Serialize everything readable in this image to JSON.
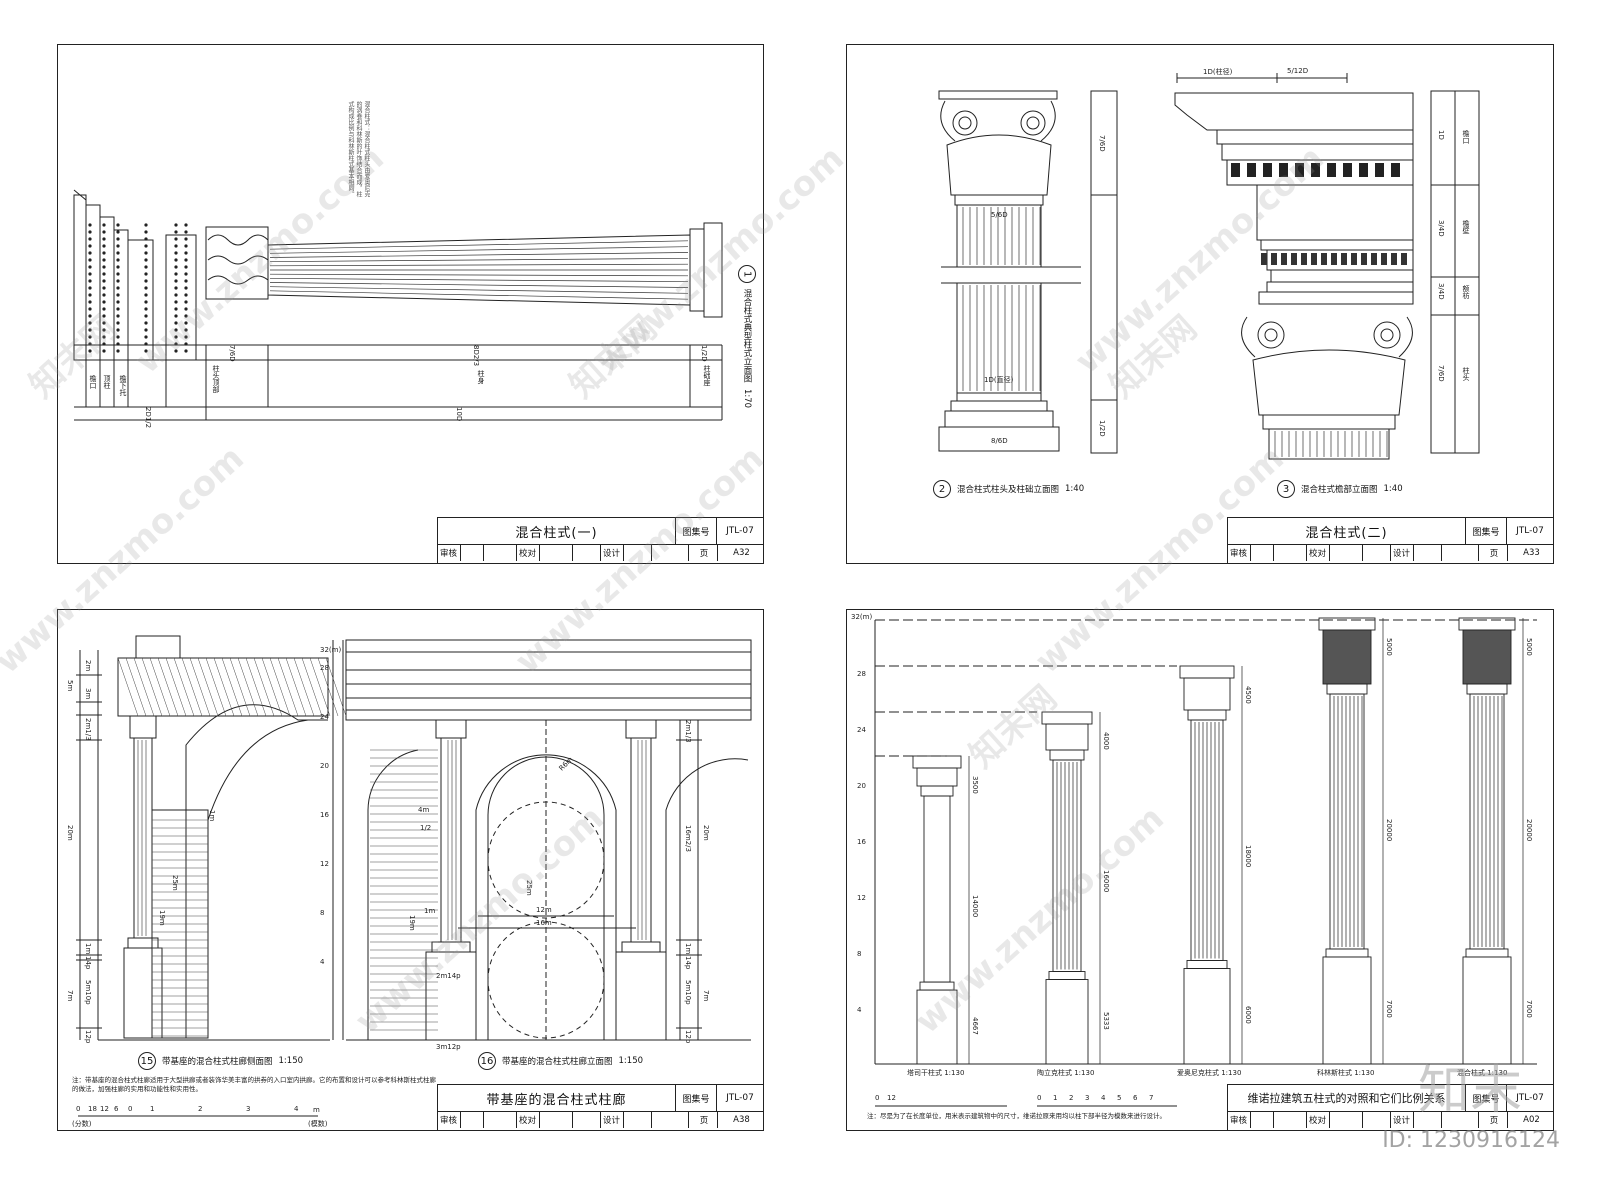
{
  "sheets": [
    {
      "title": "混合柱式(一)",
      "set_label": "图集号",
      "set_code": "JTL-07",
      "review": "审核",
      "check": "校对",
      "design": "设计",
      "page_label": "页",
      "page": "A32",
      "captions": [
        {
          "num": "1",
          "text": "混合柱式典型柱式立面图",
          "scale": "1:70"
        }
      ],
      "labels": [
        "7/6D",
        "8D2/3",
        "1/2D",
        "10D",
        "2D1/2",
        "檐口",
        "顶柱",
        "檐下托",
        "柱头顶部",
        "柱身",
        "柱础座"
      ]
    },
    {
      "title": "混合柱式(二)",
      "set_label": "图集号",
      "set_code": "JTL-07",
      "review": "审核",
      "check": "校对",
      "design": "设计",
      "page_label": "页",
      "page": "A33",
      "captions": [
        {
          "num": "2",
          "text": "混合柱式柱头及柱础立面图",
          "scale": "1:40"
        },
        {
          "num": "3",
          "text": "混合柱式檐部立面图",
          "scale": "1:40"
        }
      ],
      "labels": [
        "5/6D",
        "1D(直径)",
        "8/6D",
        "7/6D",
        "1/2D",
        "1D(柱径)",
        "5/12D",
        "1D",
        "3/4D",
        "3/4D",
        "7/6D",
        "檐口",
        "檐壁",
        "额枋",
        "柱头"
      ]
    },
    {
      "title": "带基座的混合柱式柱廊",
      "set_label": "图集号",
      "set_code": "JTL-07",
      "review": "审核",
      "check": "校对",
      "design": "设计",
      "page_label": "页",
      "page": "A38",
      "captions": [
        {
          "num": "15",
          "text": "带基座的混合柱式柱廊侧面图",
          "scale": "1:150"
        },
        {
          "num": "16",
          "text": "带基座的混合柱式柱廊立面图",
          "scale": "1:150"
        }
      ],
      "left_dims": [
        "2m",
        "3m",
        "5m",
        "2m1/3",
        "20m",
        "1m",
        "14p",
        "7m",
        "5m10p",
        "12p"
      ],
      "mid_dims": [
        "25m",
        "19m",
        "1m"
      ],
      "axis_label": "32(m)",
      "axis_ticks": [
        "28",
        "24",
        "20",
        "16",
        "12",
        "8",
        "4"
      ],
      "arch_dims": [
        "R6m",
        "12m",
        "16m",
        "25m",
        "19m",
        "4m",
        "1/2",
        "2m14p",
        "3m12p",
        "1m"
      ],
      "right_dims": [
        "2m1/3",
        "16m2/3",
        "20m",
        "1m",
        "14p",
        "5m10p",
        "7m",
        "12p"
      ],
      "note": "注：带基座的混合柱式柱廊适用于大型拱廊或者装饰华美丰富的拱券的入口室内拱廊。它的布置和设计可以参考科林斯柱式柱廊的做法，加强柱廊的实用和功能性和实用性。",
      "scale_nums": [
        "0",
        "18",
        "12",
        "6",
        "0",
        "1",
        "2",
        "3",
        "4"
      ],
      "scale_unit_a": "(分数)",
      "scale_unit_b": "m",
      "scale_unit_c": "(模数)"
    },
    {
      "title": "维诺拉建筑五柱式的对照和它们比例关系",
      "set_label": "图集号",
      "set_code": "JTL-07",
      "review": "审核",
      "check": "校对",
      "design": "设计",
      "page_label": "页",
      "page": "A02",
      "axis_label": "32(m)",
      "axis_ticks": [
        "28",
        "24",
        "20",
        "16",
        "12",
        "8",
        "4"
      ],
      "orders": [
        {
          "name": "塔司干柱式",
          "scale": "1:130",
          "dims": [
            "3500",
            "14000",
            "4667"
          ]
        },
        {
          "name": "陶立克柱式",
          "scale": "1:130",
          "dims": [
            "4000",
            "16000",
            "5333"
          ]
        },
        {
          "name": "爱奥尼克柱式",
          "scale": "1:130",
          "dims": [
            "4500",
            "18000",
            "6000"
          ]
        },
        {
          "name": "科林斯柱式",
          "scale": "1:130",
          "dims": [
            "5000",
            "20000",
            "7000"
          ]
        },
        {
          "name": "混合柱式",
          "scale": "1:130",
          "dims": [
            "5000",
            "20000",
            "7000"
          ]
        }
      ],
      "scale_nums": [
        "0",
        "12",
        "0",
        "1",
        "2",
        "3",
        "4",
        "5",
        "6",
        "7"
      ],
      "note": "注：尽是为了在长度单位，用米表示建筑物中的尺寸，维诺拉原来用均以柱下部半径为模数来进行设计。"
    }
  ],
  "watermark": "www.znzmo.com",
  "watermark_cn": "知末网",
  "brand": "知末",
  "id_text": "ID: 1230916124"
}
